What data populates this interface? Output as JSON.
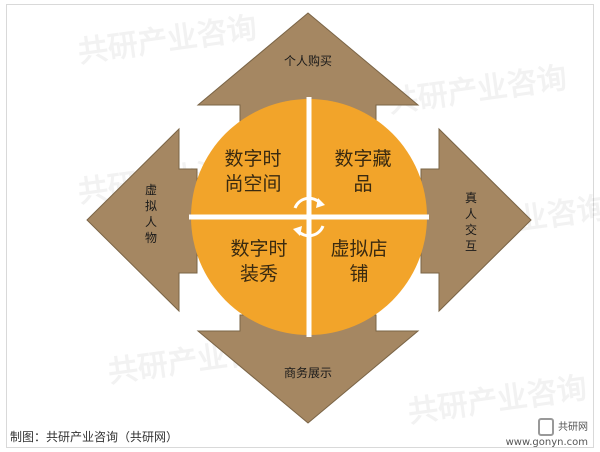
{
  "diagram": {
    "arrows": {
      "top": "个人购买",
      "left": [
        "虚",
        "拟",
        "人",
        "物"
      ],
      "right": [
        "真",
        "人",
        "交",
        "互"
      ],
      "bottom": "商务展示"
    },
    "quadrants": {
      "top_left": [
        "数字时",
        "尚空间"
      ],
      "top_right": [
        "数字藏",
        "品"
      ],
      "bottom_left": [
        "数字时",
        "装秀"
      ],
      "bottom_right": [
        "虚拟店",
        "铺"
      ]
    },
    "colors": {
      "arrow_fill": "#a58762",
      "arrow_stroke": "#7a6446",
      "circle_fill": "#f2a42a",
      "divider": "#ffffff"
    }
  },
  "watermark": "共研产业咨询",
  "caption": "制图：共研产业咨询（共研网）",
  "brand": {
    "name": "共研网",
    "url": "www.gonyn.com"
  }
}
